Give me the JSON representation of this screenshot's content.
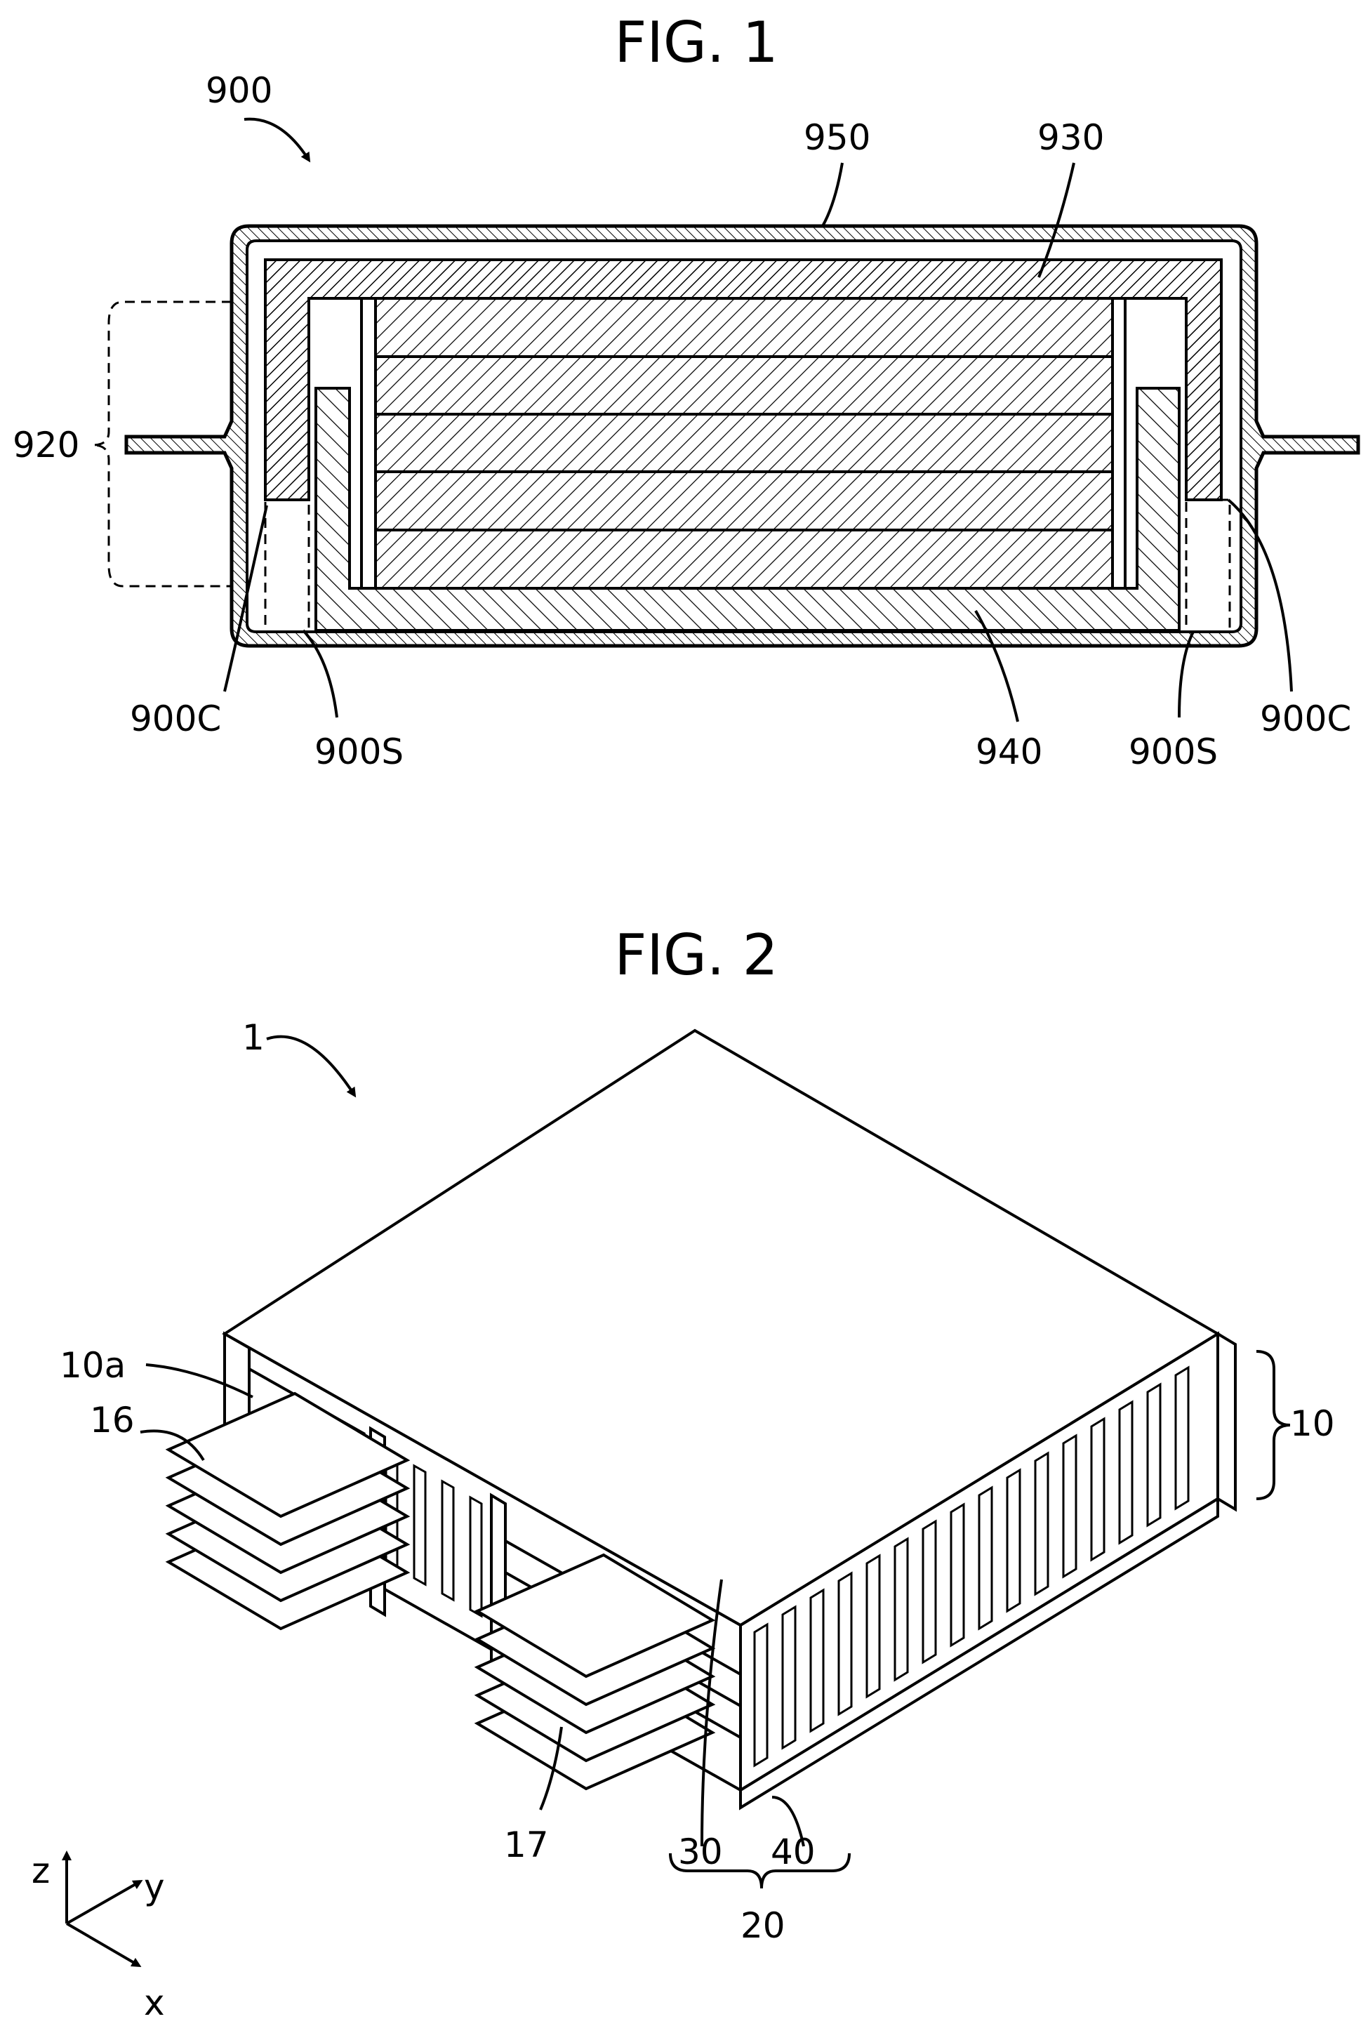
{
  "figures": [
    {
      "title": "FIG. 1",
      "labels": {
        "device": "900",
        "casing": "950",
        "upper_layer": "930",
        "bracket": "920",
        "corner_left": "900C",
        "side_left": "900S",
        "lower_layer": "940",
        "side_right": "900S",
        "corner_right": "900C"
      }
    },
    {
      "title": "FIG. 2",
      "labels": {
        "device": "1",
        "stack_layer": "10a",
        "tab_left": "16",
        "stack": "10",
        "tab_front": "17",
        "part_a": "30",
        "part_b": "40",
        "group": "20"
      },
      "axes": {
        "z": "z",
        "y": "y",
        "x": "x"
      }
    }
  ]
}
